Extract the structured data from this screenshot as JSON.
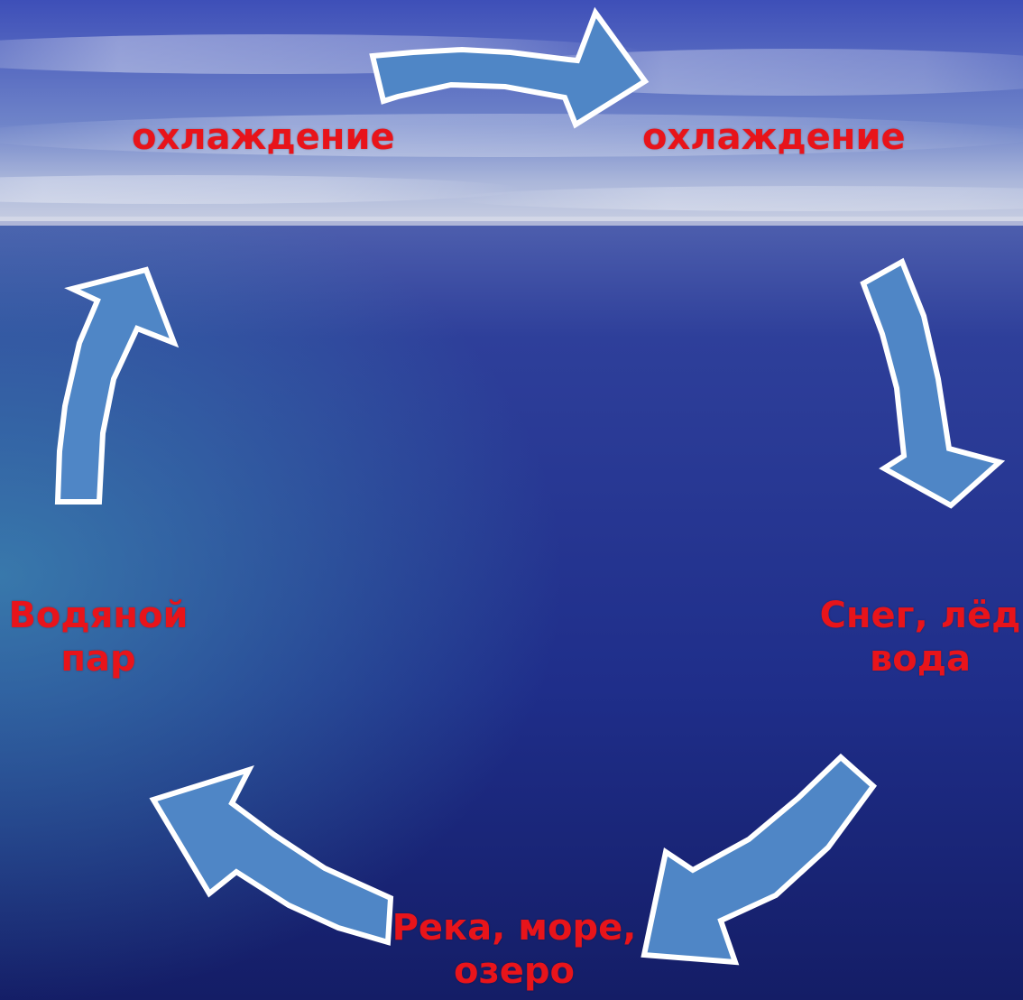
{
  "labels": {
    "top_left": "охлаждение",
    "top_right": "охлаждение",
    "right": {
      "line1": "Снег, лёд",
      "line2": "вода"
    },
    "bottom": {
      "line1": "Река, море,",
      "line2": "озеро"
    },
    "left": {
      "line1": "Водяной",
      "line2": "пар"
    }
  },
  "colors": {
    "label_text": "#e8141a",
    "arrow_fill": "#4f86c6",
    "arrow_outline": "#ffffff",
    "sky": "#4a5fc0",
    "sea": "#1c2a82"
  }
}
